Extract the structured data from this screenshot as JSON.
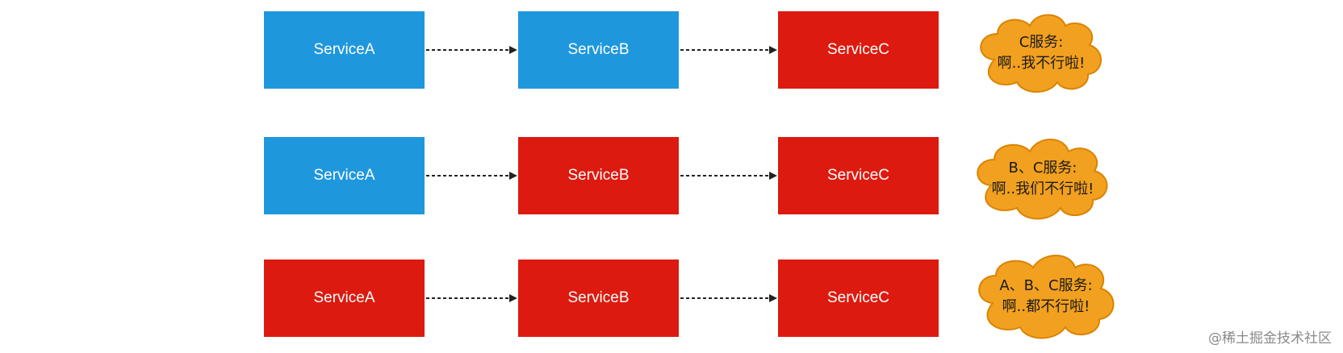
{
  "colors": {
    "healthy": "#1f97dd",
    "failed": "#dd1a0f",
    "cloud_fill": "#f2a01f",
    "cloud_stroke": "#d98400",
    "arrow": "#222222"
  },
  "rows": [
    {
      "services": [
        {
          "label": "ServiceA",
          "status": "healthy"
        },
        {
          "label": "ServiceB",
          "status": "healthy"
        },
        {
          "label": "ServiceC",
          "status": "failed"
        }
      ],
      "callout": {
        "line1": "C服务:",
        "line2": "啊..我不行啦!"
      }
    },
    {
      "services": [
        {
          "label": "ServiceA",
          "status": "healthy"
        },
        {
          "label": "ServiceB",
          "status": "failed"
        },
        {
          "label": "ServiceC",
          "status": "failed"
        }
      ],
      "callout": {
        "line1": "B、C服务:",
        "line2": "啊..我们不行啦!"
      }
    },
    {
      "services": [
        {
          "label": "ServiceA",
          "status": "failed"
        },
        {
          "label": "ServiceB",
          "status": "failed"
        },
        {
          "label": "ServiceC",
          "status": "failed"
        }
      ],
      "callout": {
        "line1": "A、B、C服务:",
        "line2": "啊..都不行啦!"
      }
    }
  ],
  "watermark": "@稀土掘金技术社区"
}
